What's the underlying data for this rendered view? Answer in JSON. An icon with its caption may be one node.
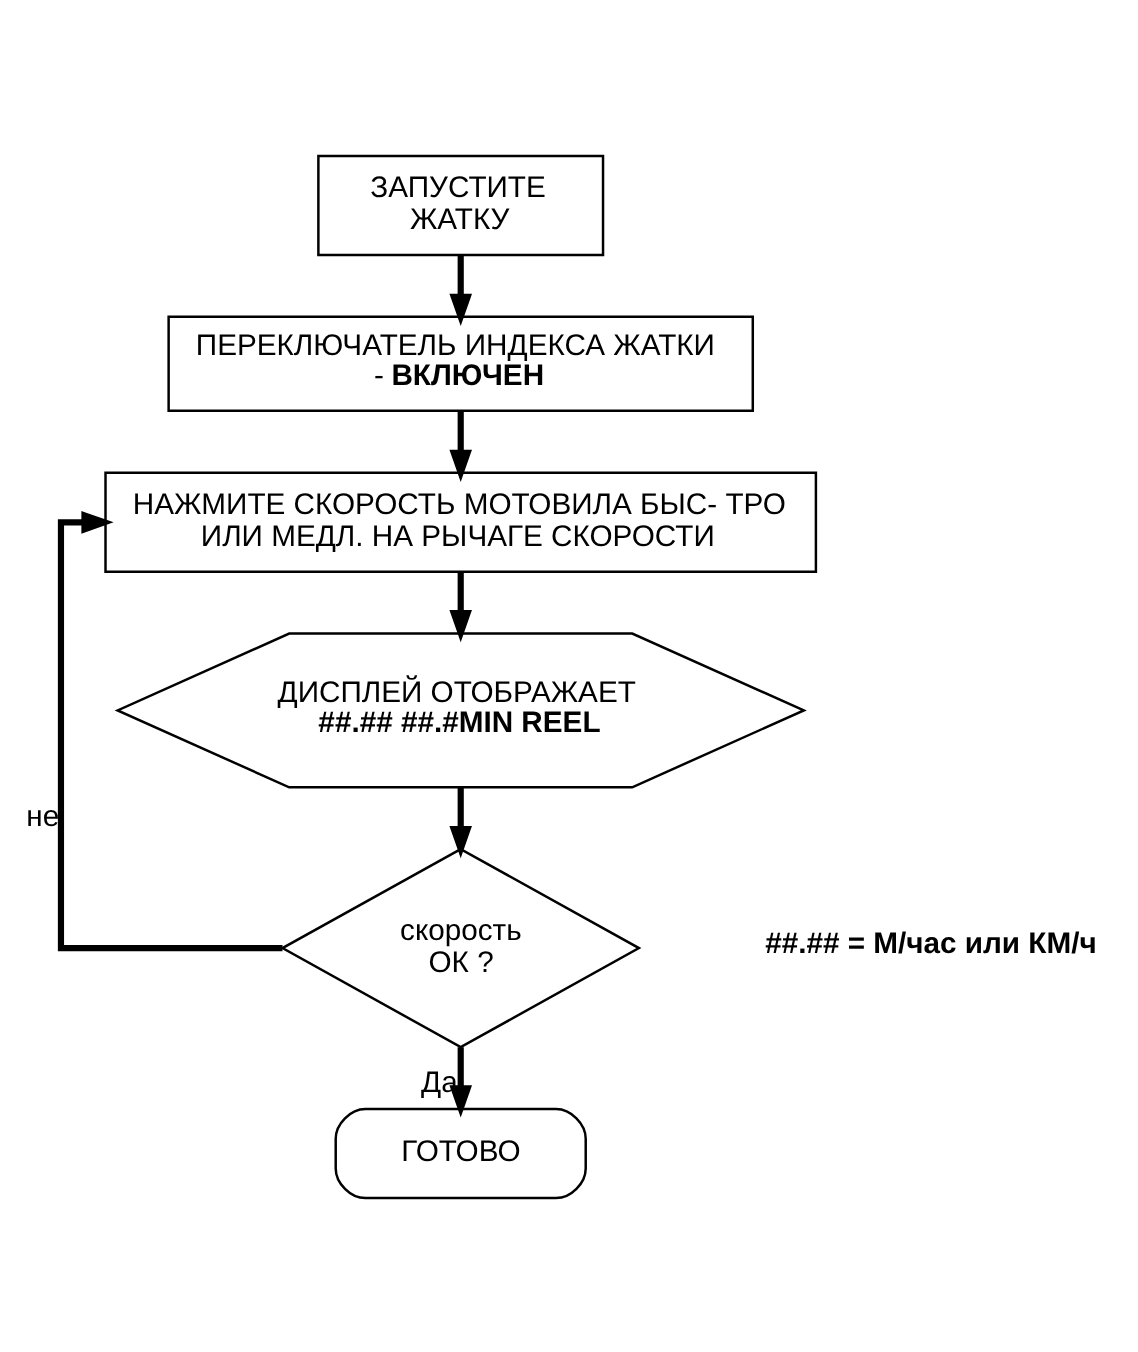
{
  "diagram": {
    "nodes": [
      {
        "text": [
          "ЗАПУСТИТЕ ЖАТКУ"
        ]
      },
      {
        "text": [
          "ПЕРЕКЛЮЧАТЕЛЬ ИНДЕКСА ЖАТКИ - **ВКЛЮЧЕН**"
        ]
      },
      {
        "text": [
          "НАЖМИТЕ СКОРОСТЬ МОТОВИЛА БЫС- ТРО ИЛИ МЕДЛ. НА РЫЧАГЕ СКОРОСТИ"
        ]
      },
      {
        "text": [
          "ДИСПЛЕЙ ОТОБРАЖАЕТ",
          "##.## ##.#MIN REEL"
        ]
      },
      {
        "text": [
          "скорость ОК ?"
        ]
      },
      {
        "text": [
          "ГОТОВО"
        ]
      }
    ],
    "edges": [
      {
        "from": 0,
        "to": 1,
        "arrow": "to"
      },
      {
        "from": 1,
        "to": 2,
        "arrow": "to"
      },
      {
        "from": 2,
        "to": 3,
        "arrow": "to"
      },
      {
        "from": 3,
        "to": 4,
        "arrow": "to"
      },
      {
        "from": 4,
        "to": 2,
        "arrow": "to",
        "label": "не"
      },
      {
        "from": 4,
        "to": 5,
        "arrow": "to",
        "label": "Да"
      }
    ],
    "labels": [
      "##.## = М/час или КМ/ч"
    ]
  }
}
